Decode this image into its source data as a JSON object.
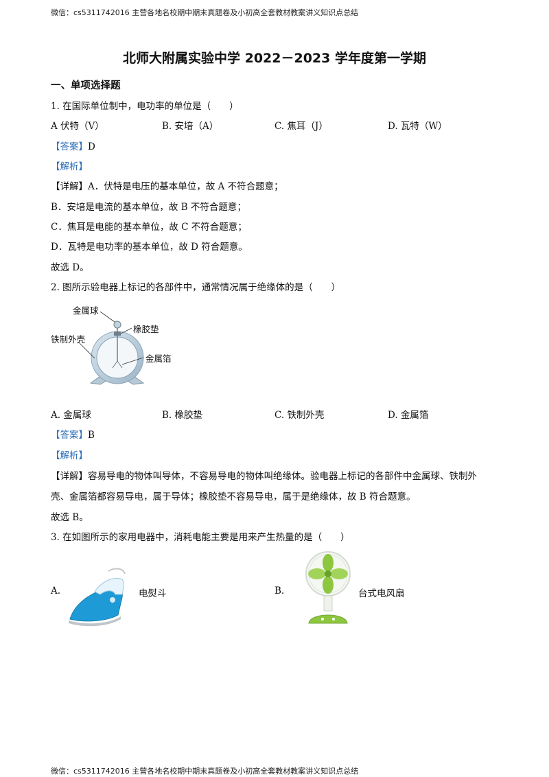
{
  "header_text": "微信：cs5311742016  主营各地名校期中期末真题卷及小初高全套教材教案讲义知识点总结",
  "footer_text": "微信：cs5311742016  主营各地名校期中期末真题卷及小初高全套教材教案讲义知识点总结",
  "title": "北师大附属实验中学 2022－2023 学年度第一学期",
  "section1": "一、单项选择题",
  "q1": {
    "stem": "1. 在国际单位制中，电功率的单位是（　　）",
    "options": [
      "A  伏特（V）",
      "B. 安培（A）",
      "C. 焦耳（J）",
      "D. 瓦特（W）"
    ],
    "answer_tag": "【答案】",
    "answer": "D",
    "analysis_tag": "【解析】",
    "detail_tag": "【详解】",
    "detail_lines": [
      "A．伏特是电压的基本单位，故 A 不符合题意；",
      "B．安培是电流的基本单位，故 B 不符合题意；",
      "C．焦耳是电能的基本单位，故 C 不符合题意；",
      "D．瓦特是电功率的基本单位，故 D 符合题意。"
    ],
    "conclusion": "故选 D。"
  },
  "q2": {
    "stem": "2. 图所示验电器上标记的各部件中，通常情况属于绝缘体的是（　　）",
    "figure_labels": [
      "金属球",
      "橡胶垫",
      "铁制外壳",
      "金属箔"
    ],
    "options": [
      "A. 金属球",
      "B. 橡胶垫",
      "C. 铁制外壳",
      "D. 金属箔"
    ],
    "answer_tag": "【答案】",
    "answer": "B",
    "analysis_tag": "【解析】",
    "detail_tag": "【详解】",
    "detail_lines": [
      "容易导电的物体叫导体，不容易导电的物体叫绝缘体。验电器上标记的各部件中金属球、铁制外",
      "壳、金属箔都容易导电，属于导体；橡胶垫不容易导电，属于是绝缘体，故 B 符合题意。"
    ],
    "conclusion": "故选 B。"
  },
  "q3": {
    "stem": "3. 在如图所示的家用电器中，消耗电能主要是用来产生热量的是（　　）",
    "options": [
      {
        "letter": "A.",
        "label": "电熨斗"
      },
      {
        "letter": "B.",
        "label": "台式电风扇"
      }
    ]
  },
  "colors": {
    "tag_blue": "#2f6fb8",
    "fan_green": "#8dc63f",
    "iron_blue": "#1e9bd7"
  },
  "icons": [
    "electroscope-figure",
    "electric-iron-image",
    "desk-fan-image"
  ]
}
